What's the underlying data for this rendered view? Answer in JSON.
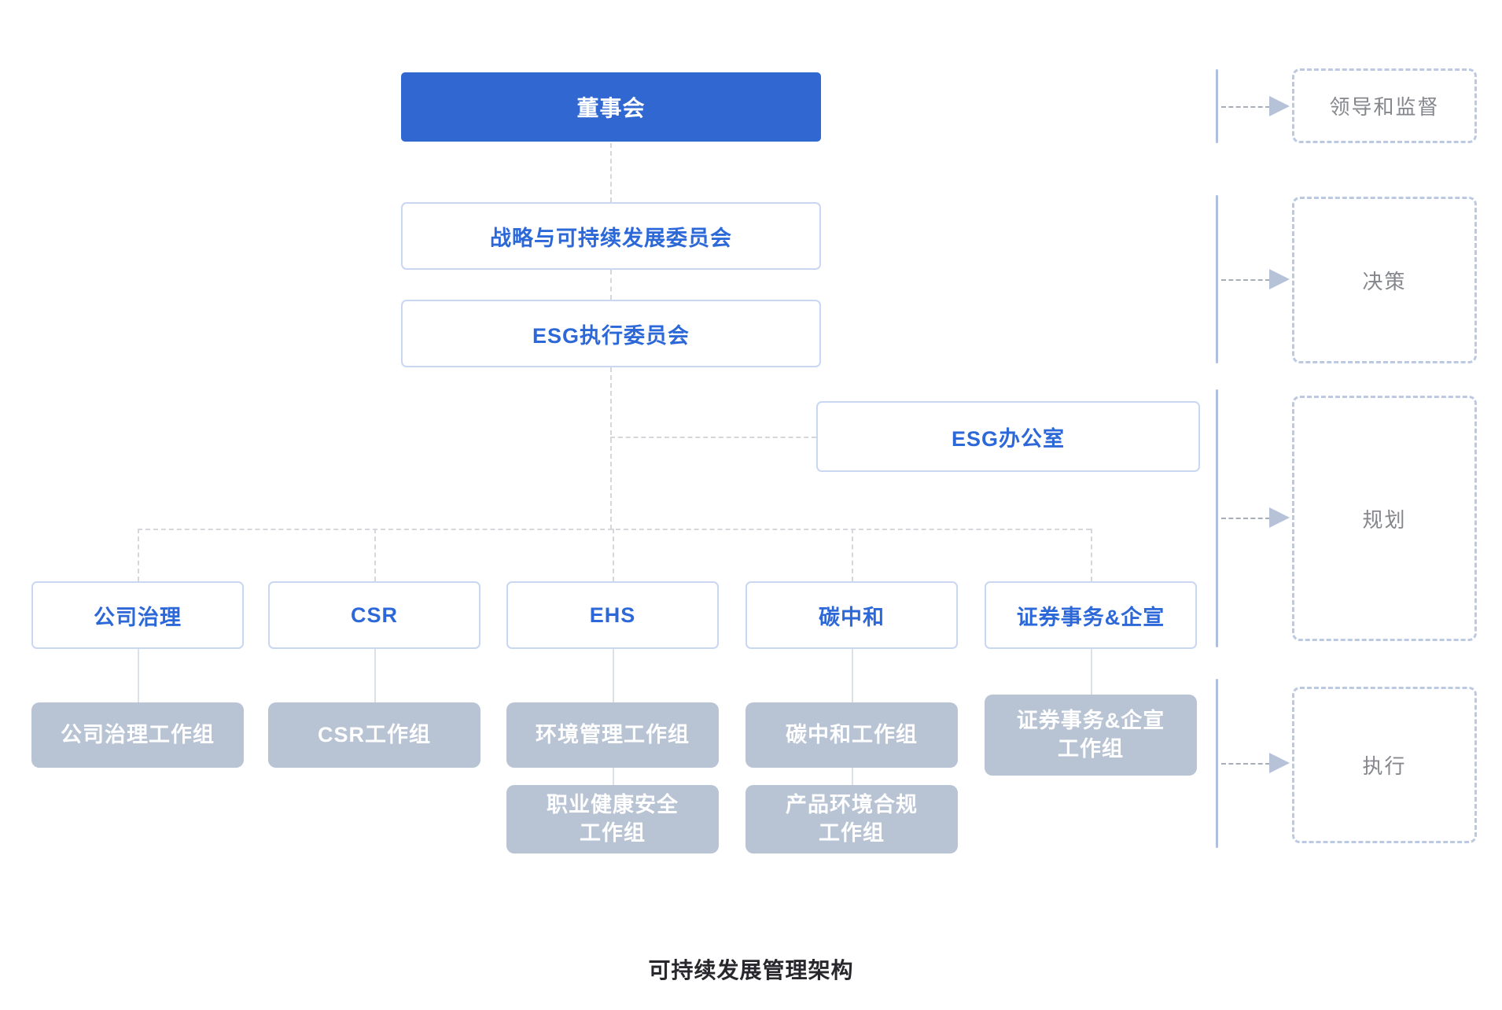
{
  "title": "可持续发展管理架构",
  "org": {
    "board": "董事会",
    "strategy_committee": "战略与可持续发展委员会",
    "esg_exec_committee": "ESG执行委员会",
    "esg_office": "ESG办公室",
    "pillars": [
      "公司治理",
      "CSR",
      "EHS",
      "碳中和",
      "证券事务&企宣"
    ],
    "workgroups_row1": [
      "公司治理工作组",
      "CSR工作组",
      "环境管理工作组",
      "碳中和工作组",
      "证券事务&企宣\n工作组"
    ],
    "workgroups_row2": [
      "职业健康安全\n工作组",
      "产品环境合规\n工作组"
    ]
  },
  "stages": [
    "领导和监督",
    "决策",
    "规划",
    "执行"
  ],
  "colors": {
    "primary_blue": "#3067D1",
    "node_text_blue": "#2D68D8",
    "node_border_blue": "#C9D7F2",
    "workgroup_gray": "#B8C3D4",
    "connector_gray": "#D5D7DA",
    "stage_border_blue": "#BCC9E2",
    "stage_text_gray": "#85878D"
  }
}
